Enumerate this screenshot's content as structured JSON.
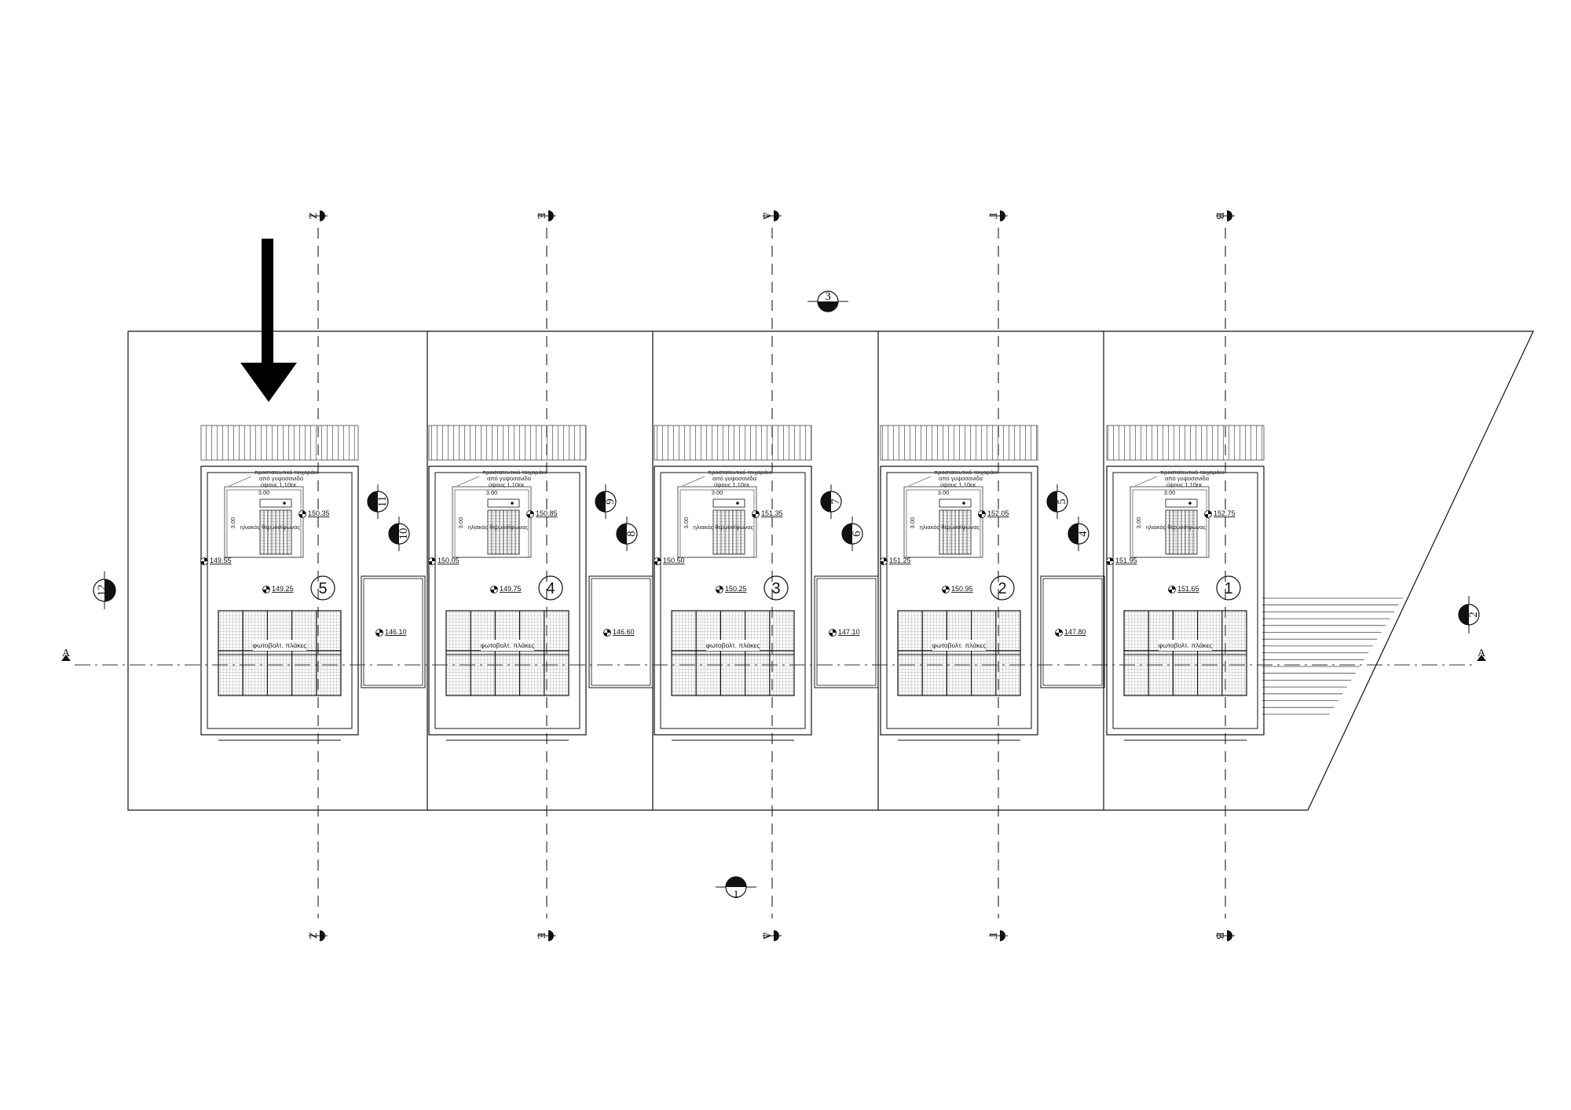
{
  "grid_axes": [
    "Z",
    "E",
    "Δ",
    "Γ",
    "B"
  ],
  "section_line": "A",
  "units": [
    {
      "number": "5",
      "roof_level": "149.25",
      "corner_level": "149.55",
      "collector_level": "150.35",
      "gap_level": "146.10",
      "view_a": "11",
      "view_b": "10"
    },
    {
      "number": "4",
      "roof_level": "149.75",
      "corner_level": "150.05",
      "collector_level": "150.85",
      "gap_level": "146.60",
      "view_a": "9",
      "view_b": "8"
    },
    {
      "number": "3",
      "roof_level": "150.25",
      "corner_level": "150.50",
      "collector_level": "151.35",
      "gap_level": "147.10",
      "view_a": "7",
      "view_b": "6"
    },
    {
      "number": "2",
      "roof_level": "150.95",
      "corner_level": "151.25",
      "collector_level": "152.05",
      "gap_level": "147.80",
      "view_a": "5",
      "view_b": "4"
    },
    {
      "number": "1",
      "roof_level": "151.65",
      "corner_level": "151.95",
      "collector_level": "152.75",
      "gap_level": null,
      "view_a": null,
      "view_b": null
    }
  ],
  "labels": {
    "protective_wall": "προστατευτικό τοιχαράκι",
    "protective_wall_2": "από γυψοσανίδα",
    "protective_wall_3": "ύψους 1,10εκ",
    "dim_width": "3.00",
    "dim_height": "3.00",
    "heater": "ηλιακός θερμοσίφωνας",
    "panels": "φωτοβολτ. πλάκες"
  },
  "view_markers": {
    "top": "3",
    "bottom": "1",
    "left": "12",
    "right": "2"
  },
  "colors": {
    "line": "#111111",
    "background": "#ffffff"
  },
  "icons": [
    "north-arrow-icon",
    "level-mark-icon",
    "view-marker-icon"
  ]
}
